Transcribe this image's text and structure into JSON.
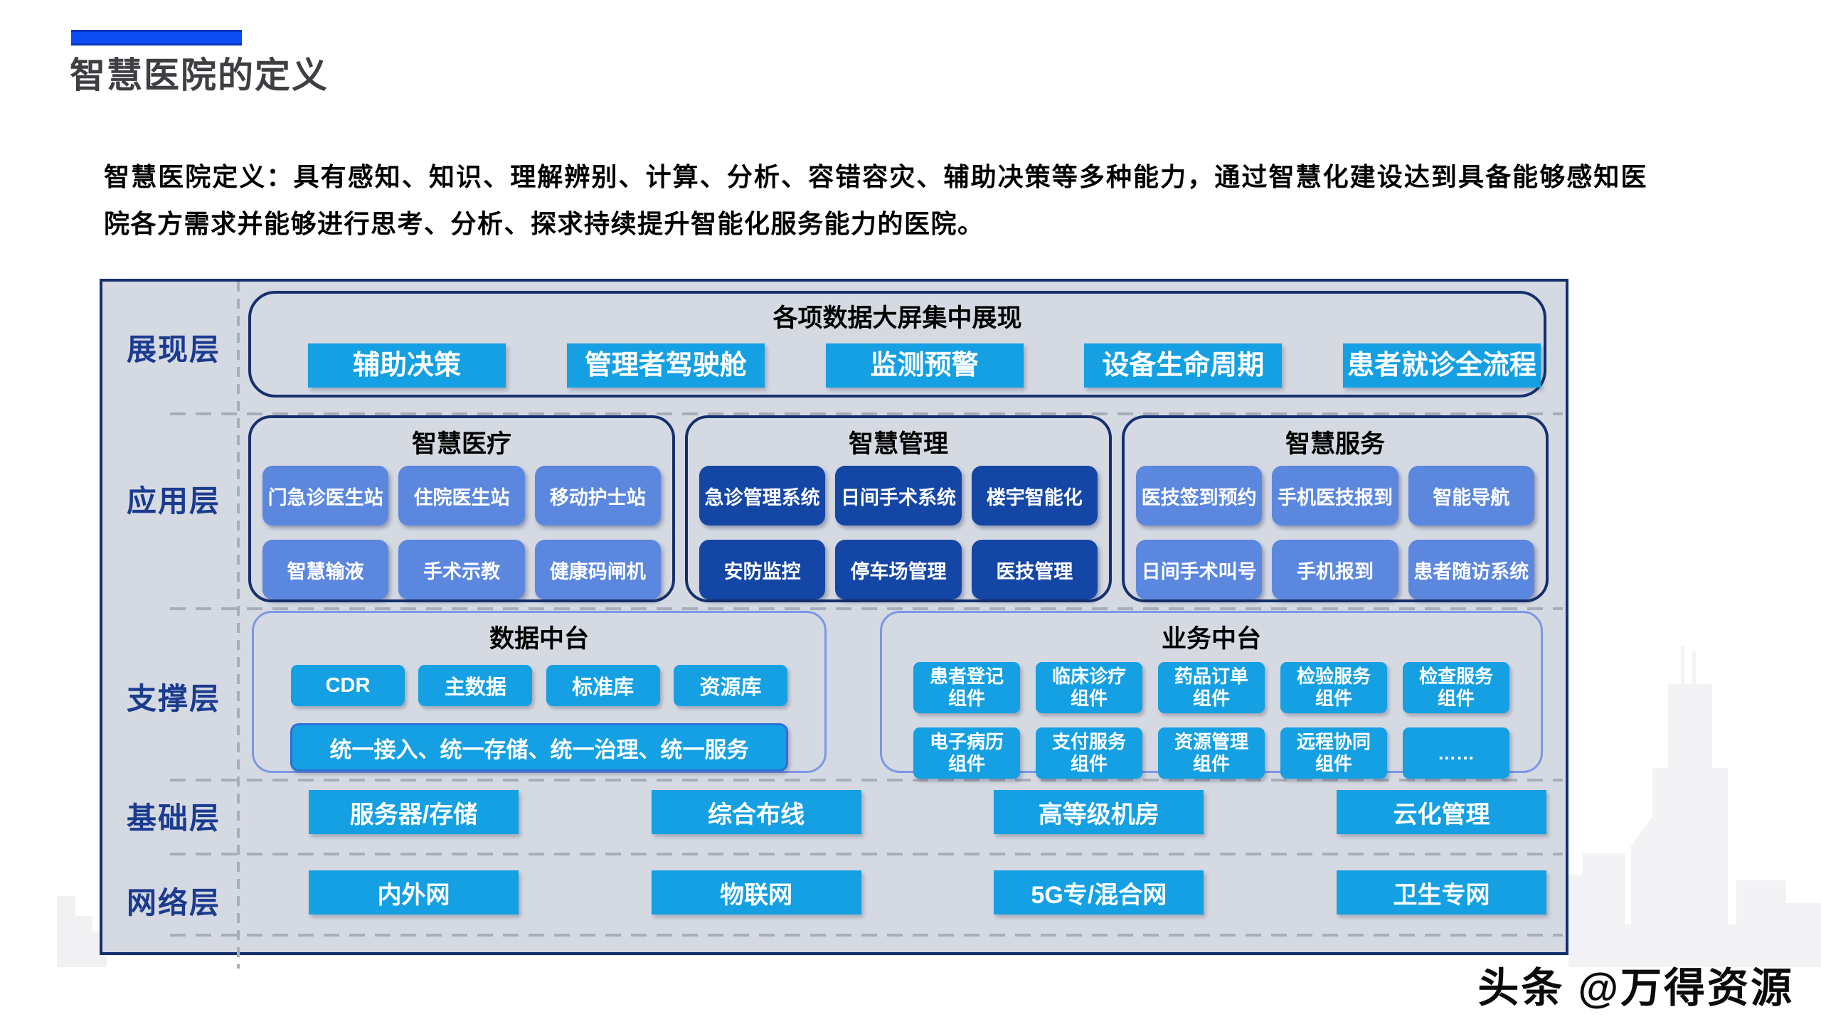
{
  "page": {
    "title": "智慧医院的定义",
    "description": "智慧医院定义：具有感知、知识、理解辨别、计算、分析、容错容灾、辅助决策等多种能力，通过智慧化建设达到具备能够感知医院各方需求并能够进行思考、分析、探求持续提升智能化服务能力的医院。",
    "watermark": "头条 @万得资源"
  },
  "colors": {
    "accent_blue": "#0B4DF2",
    "navy_border": "#14306E",
    "layer_label_blue": "#1A3B8E",
    "cyan_button": "#14A0E3",
    "medium_blue_button": "#5B87DF",
    "dark_blue_button": "#1446A5",
    "panel_border_light": "#7D97E6",
    "panel_background": "#D5D9E2"
  },
  "diagram": {
    "presentation": {
      "label": "展现层",
      "title": "各项数据大屏集中展现",
      "buttons": [
        "辅助决策",
        "管理者驾驶舱",
        "监测预警",
        "设备生命周期",
        "患者就诊全流程"
      ]
    },
    "application": {
      "label": "应用层",
      "groups": [
        {
          "title": "智慧医疗",
          "buttons": [
            "门急诊医生站",
            "住院医生站",
            "移动护士站",
            "智慧输液",
            "手术示教",
            "健康码闸机"
          ]
        },
        {
          "title": "智慧管理",
          "buttons": [
            "急诊管理系统",
            "日间手术系统",
            "楼宇智能化",
            "安防监控",
            "停车场管理",
            "医技管理"
          ]
        },
        {
          "title": "智慧服务",
          "buttons": [
            "医技签到预约",
            "手机医技报到",
            "智能导航",
            "日间手术叫号",
            "手机报到",
            "患者随访系统"
          ]
        }
      ]
    },
    "support": {
      "label": "支撑层",
      "data_platform": {
        "title": "数据中台",
        "buttons": [
          "CDR",
          "主数据",
          "标准库",
          "资源库"
        ],
        "wide_button": "统一接入、统一存储、统一治理、统一服务"
      },
      "business_platform": {
        "title": "业务中台",
        "buttons": [
          "患者登记\n组件",
          "临床诊疗\n组件",
          "药品订单\n组件",
          "检验服务\n组件",
          "检查服务\n组件",
          "电子病历\n组件",
          "支付服务\n组件",
          "资源管理\n组件",
          "远程协同\n组件",
          "……"
        ]
      }
    },
    "infrastructure": {
      "label": "基础层",
      "buttons": [
        "服务器/存储",
        "综合布线",
        "高等级机房",
        "云化管理"
      ]
    },
    "network": {
      "label": "网络层",
      "buttons": [
        "内外网",
        "物联网",
        "5G专/混合网",
        "卫生专网"
      ]
    }
  }
}
